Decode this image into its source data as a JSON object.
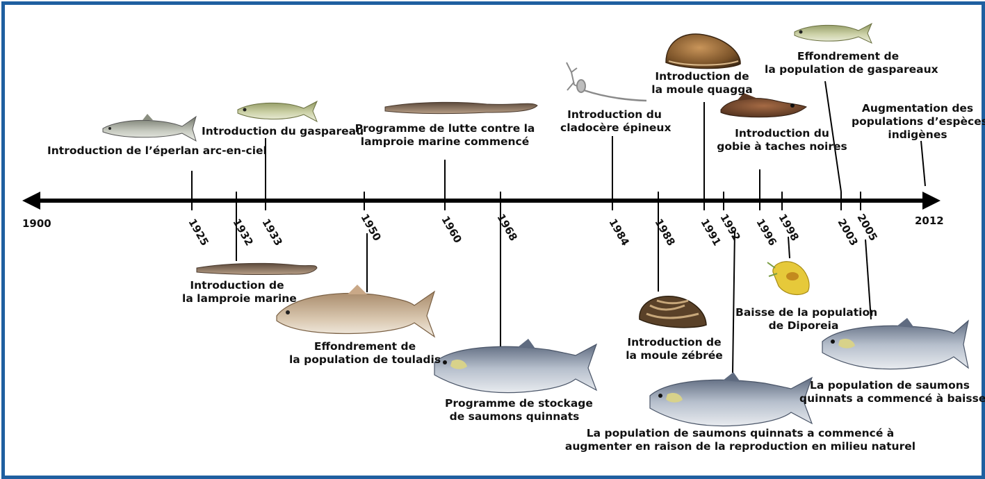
{
  "timeline": {
    "start_label": "1900",
    "end_label": "2012",
    "years": [
      "1925",
      "1932",
      "1933",
      "1950",
      "1960",
      "1968",
      "1984",
      "1988",
      "1991",
      "1992",
      "1996",
      "1998",
      "2003",
      "2005"
    ]
  },
  "events": {
    "smelt": [
      "Introduction de l’éperlan arc-en-ciel"
    ],
    "alewife": [
      "Introduction du gaspareau"
    ],
    "lamprey_control": [
      "Programme de lutte contre la",
      "lamproie marine commencé"
    ],
    "spiny_flea": [
      "Introduction du",
      "cladocère épineux"
    ],
    "quagga": [
      "Introduction de",
      "la moule quagga"
    ],
    "goby": [
      "Introduction du",
      "gobie à taches noires"
    ],
    "alewife_collapse": [
      "Effondrement de",
      "la population de gaspareaux"
    ],
    "native_increase": [
      "Augmentation des",
      "populations d’espèces",
      "indigènes"
    ],
    "sea_lamprey": [
      "Introduction de",
      "la lamproie marine"
    ],
    "lake_trout_collapse": [
      "Effondrement de",
      "la population de touladis"
    ],
    "chinook_stocking": [
      "Programme de stockage",
      "de saumons quinnats"
    ],
    "zebra_mussel": [
      "Introduction de",
      "la moule zébrée"
    ],
    "diporeia": [
      "Baisse de la population",
      "de Diporeia"
    ],
    "chinook_increase": [
      "La population de saumons quinnats a commencé à",
      "augmenter en raison de la reproduction en milieu naturel"
    ],
    "chinook_decline": [
      "La population de saumons",
      "quinnats a commencé à baisser"
    ]
  },
  "colors": {
    "frame": "#1f5fa0",
    "axis": "#000000",
    "salmon": "#8a96a8",
    "trout": "#c7b29a",
    "alewife": "#b9bf8e",
    "lamprey": "#7a6656",
    "mussel_quagga": "#7a5228",
    "mussel_zebra": "#5a4128",
    "diporeia": "#e6c93a"
  }
}
